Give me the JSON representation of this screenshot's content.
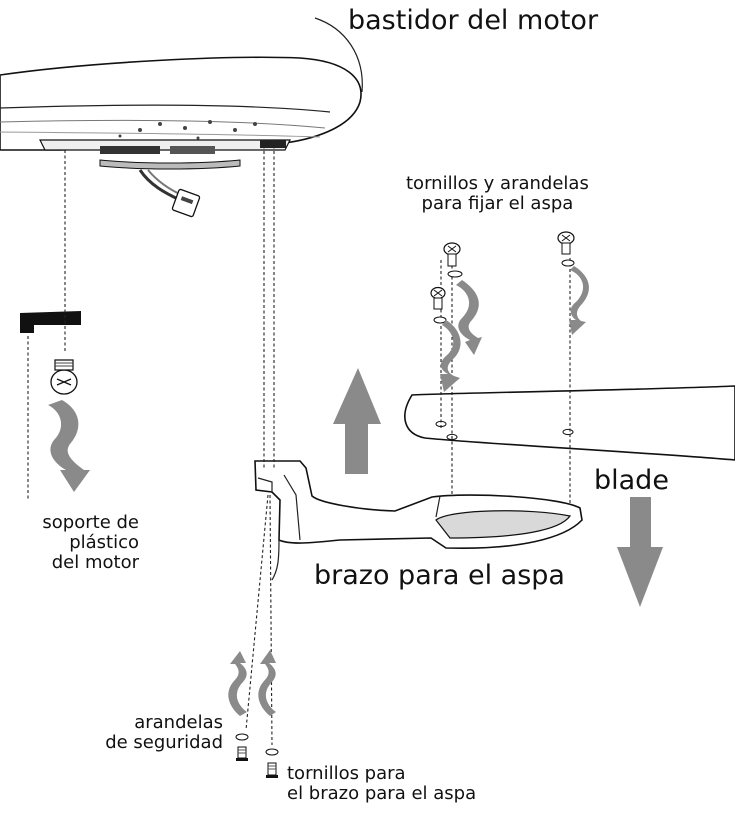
{
  "labels": {
    "motor_housing": "bastidor del motor",
    "blade_screws": "tornillos y arandelas\npara fijar el aspa",
    "plastic_support": "soporte de\nplástico\ndel motor",
    "blade": "blade",
    "blade_arm": "brazo para el aspa",
    "lock_washers": "arandelas\nde seguridad",
    "arm_screws": "tornillos para\nel brazo para el aspa"
  },
  "colors": {
    "arrow_gray": "#8a8a8a",
    "line": "#222222",
    "part_fill": "#ffffff",
    "shade": "#d9d9d9"
  }
}
